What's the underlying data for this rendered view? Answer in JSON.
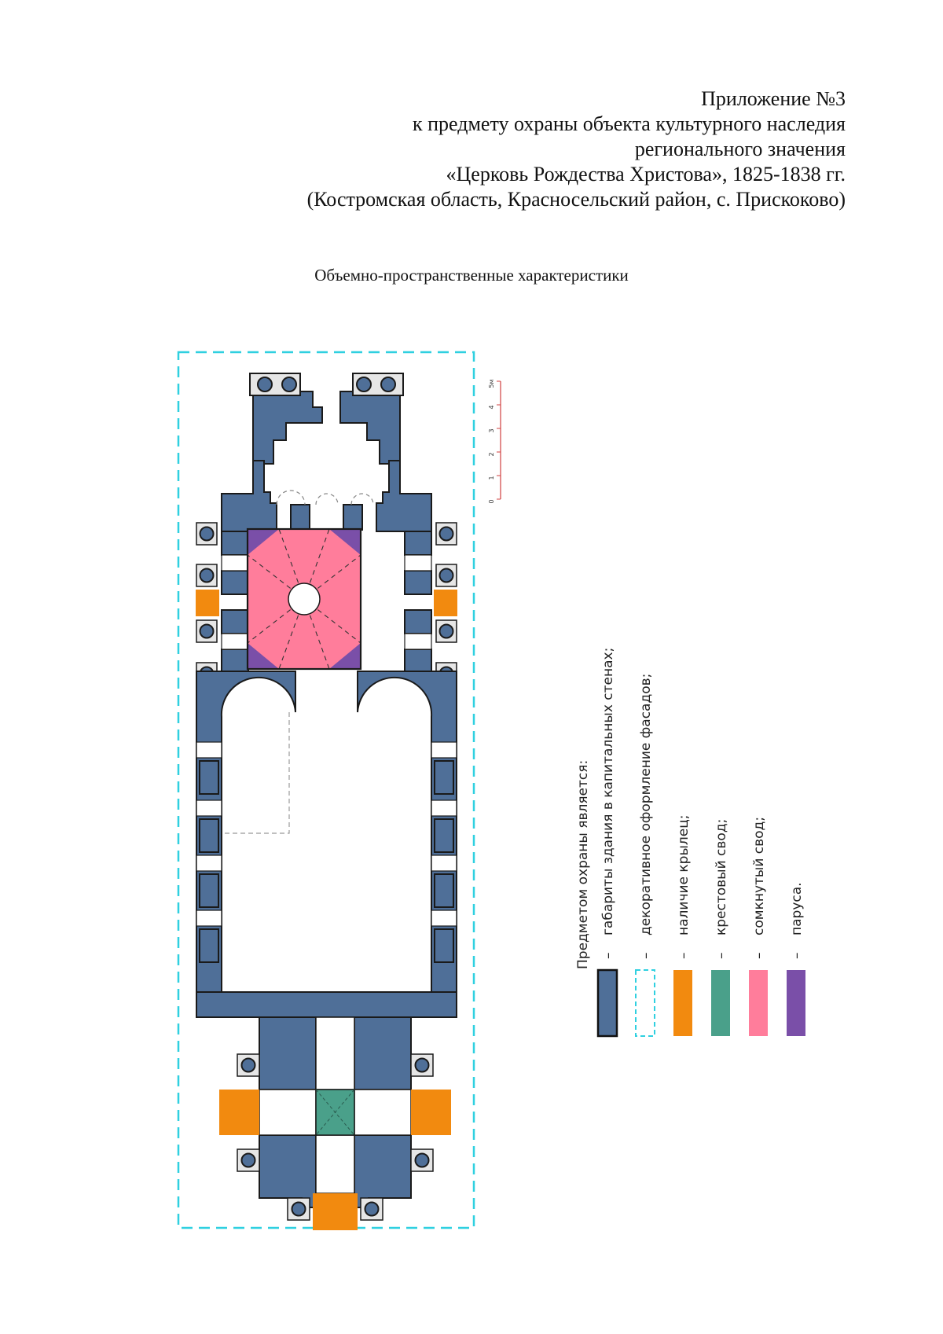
{
  "header": {
    "lines": [
      "Приложение №3",
      "к предмету охраны объекта культурного наследия",
      "регионального значения",
      "«Церковь Рождества Христова», 1825-1838 гг.",
      "(Костромская область, Красносельский район, с. Прискоково)"
    ]
  },
  "subtitle": "Объемно-пространственные характеристики",
  "scale": {
    "ticks": [
      "0",
      "1",
      "2",
      "3",
      "4",
      "5м"
    ]
  },
  "legend": {
    "heading": "Предметом охраны является:",
    "dash": "–",
    "items": [
      {
        "label": "габариты здания в капитальных стенах;",
        "color": "#4f6f98",
        "style": "solid-outline"
      },
      {
        "label": "декоративное оформление фасадов;",
        "color": "#2fd0e0",
        "style": "dashed"
      },
      {
        "label": "наличие крылец;",
        "color": "#f28a0f",
        "style": "fill"
      },
      {
        "label": "крестовый свод;",
        "color": "#4aa08a",
        "style": "fill"
      },
      {
        "label": "сомкнутый свод;",
        "color": "#ff7d9b",
        "style": "fill"
      },
      {
        "label": "паруса.",
        "color": "#7a4fa8",
        "style": "fill"
      }
    ]
  },
  "colors": {
    "walls": "#4f6f98",
    "facade_outline": "#2fd0e0",
    "porch": "#f28a0f",
    "cross_vault": "#4aa08a",
    "closed_vault": "#ff7d9b",
    "sails": "#7a4fa8"
  }
}
